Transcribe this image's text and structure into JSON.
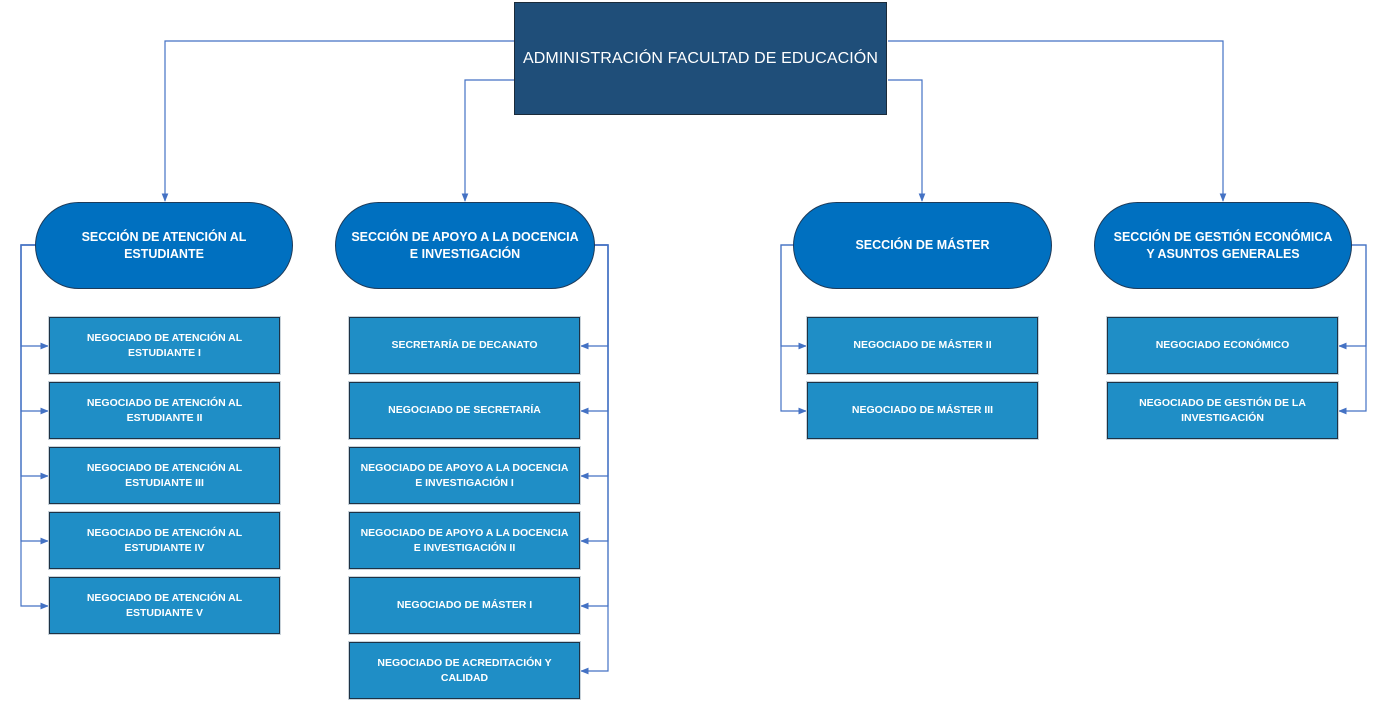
{
  "root": {
    "label": "ADMINISTRACIÓN FACULTAD DE EDUCACIÓN"
  },
  "colors": {
    "root_fill": "#1f4e79",
    "section_fill": "#0070c0",
    "unit_fill": "#1f8ec6",
    "connector": "#4472c4",
    "text": "#ffffff"
  },
  "sections": [
    {
      "label": "SECCIÓN DE ATENCIÓN AL ESTUDIANTE",
      "units": [
        "NEGOCIADO DE ATENCIÓN AL ESTUDIANTE I",
        "NEGOCIADO DE ATENCIÓN AL ESTUDIANTE II",
        "NEGOCIADO DE ATENCIÓN AL ESTUDIANTE III",
        "NEGOCIADO DE ATENCIÓN AL ESTUDIANTE IV",
        "NEGOCIADO DE ATENCIÓN AL ESTUDIANTE V"
      ]
    },
    {
      "label": "SECCIÓN DE APOYO A LA DOCENCIA E INVESTIGACIÓN",
      "units": [
        "SECRETARÍA DE DECANATO",
        "NEGOCIADO DE SECRETARÍA",
        "NEGOCIADO DE APOYO A LA DOCENCIA E INVESTIGACIÓN I",
        "NEGOCIADO DE APOYO A LA DOCENCIA E INVESTIGACIÓN II",
        "NEGOCIADO DE MÁSTER I",
        "NEGOCIADO DE ACREDITACIÓN Y CALIDAD"
      ]
    },
    {
      "label": "SECCIÓN DE MÁSTER",
      "units": [
        "NEGOCIADO DE MÁSTER II",
        "NEGOCIADO DE MÁSTER III"
      ]
    },
    {
      "label": "SECCIÓN DE GESTIÓN ECONÓMICA Y ASUNTOS GENERALES",
      "units": [
        "NEGOCIADO ECONÓMICO",
        "NEGOCIADO DE GESTIÓN DE LA INVESTIGACIÓN"
      ]
    }
  ]
}
